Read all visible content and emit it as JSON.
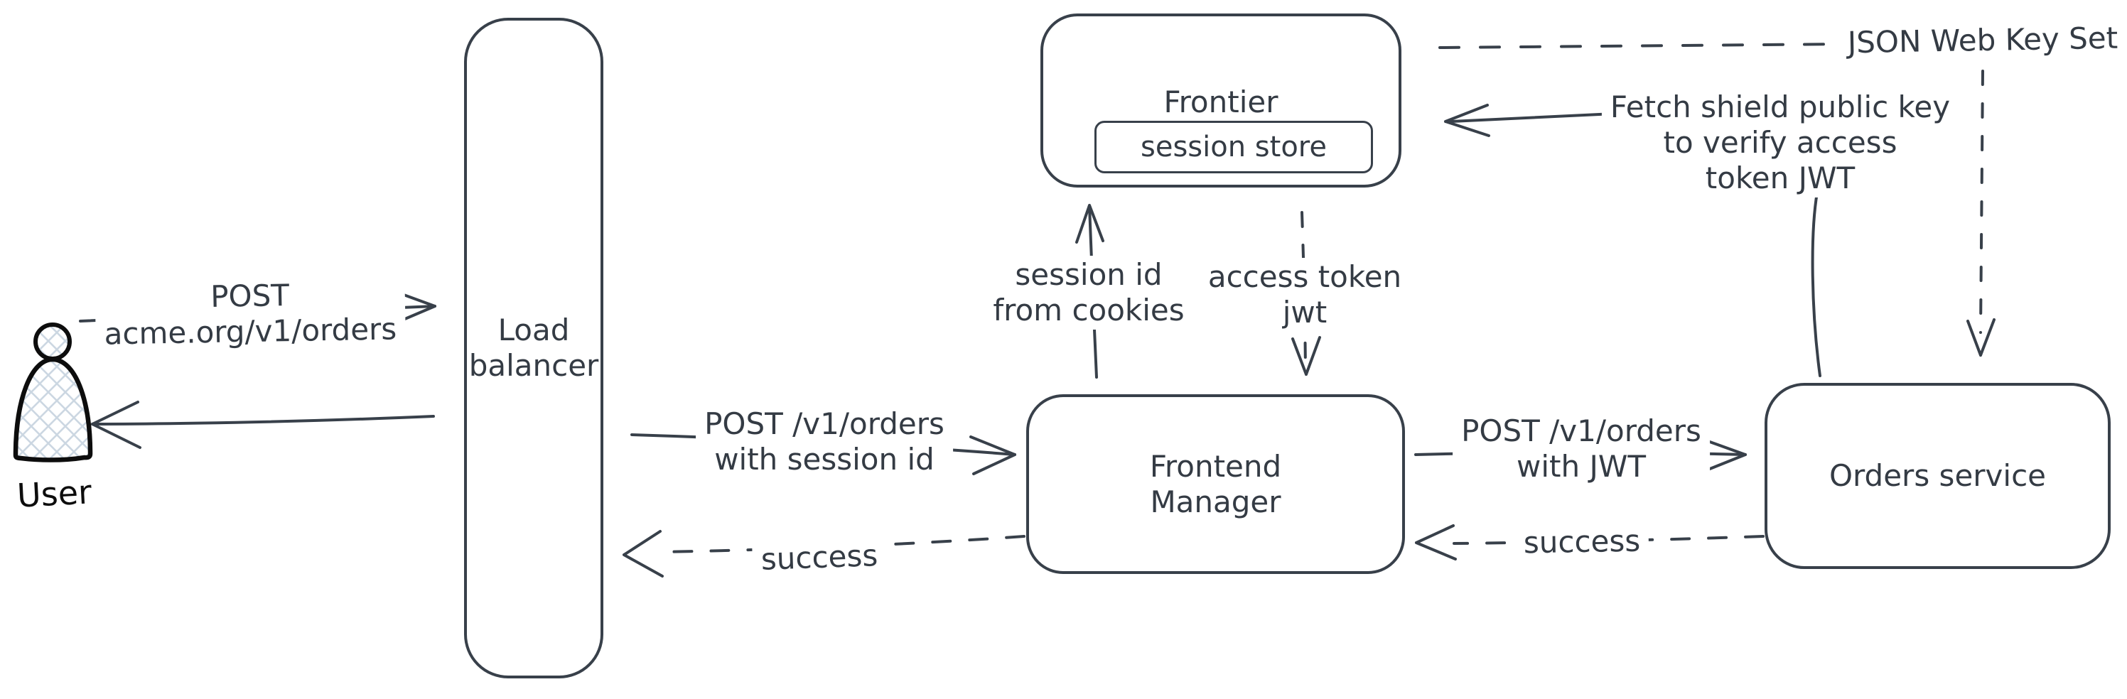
{
  "colors": {
    "background": "#ffffff",
    "stroke": "#38404a",
    "text": "#343b44",
    "actor_stroke": "#0d0d0d",
    "actor_hatch": "#ccd7e2"
  },
  "nodes": {
    "user": {
      "label": "User",
      "type": "actor"
    },
    "load_balancer": {
      "line1": "Load",
      "line2": "balancer"
    },
    "frontier": {
      "label": "Frontier",
      "store_label": "session store"
    },
    "frontend_manager": {
      "line1": "Frontend",
      "line2": "Manager"
    },
    "orders_service": {
      "label": "Orders service"
    }
  },
  "edges": {
    "user_to_lb": {
      "from": "user",
      "to": "load_balancer",
      "style": "solid",
      "line1": "POST",
      "line2": "acme.org/v1/orders"
    },
    "lb_to_user": {
      "from": "load_balancer",
      "to": "user",
      "style": "solid",
      "label": ""
    },
    "lb_to_fm": {
      "from": "load_balancer",
      "to": "frontend_manager",
      "style": "solid",
      "line1": "POST /v1/orders",
      "line2": "with session id"
    },
    "fm_to_lb": {
      "from": "frontend_manager",
      "to": "load_balancer",
      "style": "dashed",
      "label": "success"
    },
    "fm_to_frontier": {
      "from": "frontend_manager",
      "to": "frontier",
      "style": "solid",
      "line1": "session id",
      "line2": "from cookies"
    },
    "frontier_to_fm": {
      "from": "frontier",
      "to": "frontend_manager",
      "style": "dashed",
      "line1": "access token",
      "line2": "jwt"
    },
    "fm_to_orders": {
      "from": "frontend_manager",
      "to": "orders_service",
      "style": "solid",
      "line1": "POST /v1/orders",
      "line2": "with JWT"
    },
    "orders_to_fm": {
      "from": "orders_service",
      "to": "frontend_manager",
      "style": "dashed",
      "label": "success"
    },
    "orders_to_frontier": {
      "from": "orders_service",
      "to": "frontier",
      "style": "solid",
      "line1": "Fetch shield public key",
      "line2": "to verify access",
      "line3": "token JWT"
    },
    "frontier_to_orders": {
      "from": "frontier",
      "to": "orders_service",
      "style": "dashed",
      "label": "JSON Web Key Set"
    }
  }
}
